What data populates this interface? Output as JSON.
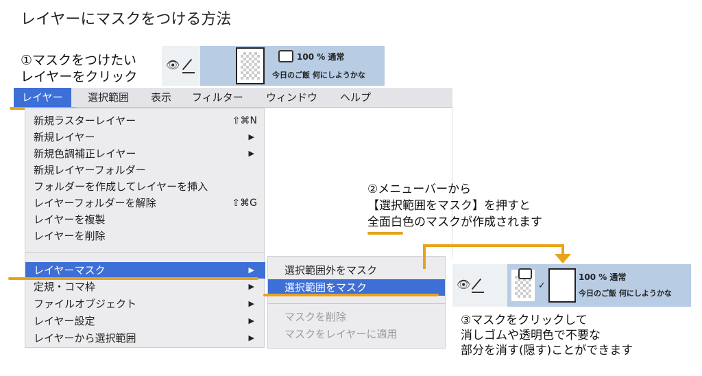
{
  "title": "レイヤーにマスクをつける方法",
  "step1": {
    "line1": "①マスクをつけたい",
    "line2": "レイヤーをクリック"
  },
  "layer": {
    "opacity": "100 % 通常",
    "name": "今日のご飯 何にしようかな"
  },
  "menubar": {
    "items": [
      "レイヤー",
      "選択範囲",
      "表示",
      "フィルター",
      "ウィンドウ",
      "ヘルプ"
    ]
  },
  "menu": {
    "items": [
      {
        "label": "新規ラスターレイヤー",
        "shortcut": "⇧⌘N"
      },
      {
        "label": "新規レイヤー",
        "arrow": "▶"
      },
      {
        "label": "新規色調補正レイヤー",
        "arrow": "▶"
      },
      {
        "label": "新規レイヤーフォルダー"
      },
      {
        "label": "フォルダーを作成してレイヤーを挿入"
      },
      {
        "label": "レイヤーフォルダーを解除",
        "shortcut": "⇧⌘G"
      },
      {
        "label": "レイヤーを複製"
      },
      {
        "label": "レイヤーを削除"
      },
      {
        "label": "レイヤーマスク",
        "arrow": "▶"
      },
      {
        "label": "定規・コマ枠",
        "arrow": "▶"
      },
      {
        "label": "ファイルオブジェクト",
        "arrow": "▶"
      },
      {
        "label": "レイヤー設定",
        "arrow": "▶"
      },
      {
        "label": "レイヤーから選択範囲",
        "arrow": "▶"
      }
    ]
  },
  "submenu": {
    "items": [
      "選択範囲外をマスク",
      "選択範囲をマスク",
      "マスクを削除",
      "マスクをレイヤーに適用"
    ]
  },
  "step2": {
    "line1": "②メニューバーから",
    "line2": "【選択範囲をマスク】を押すと",
    "line3": "全面白色のマスクが作成されます"
  },
  "step3": {
    "line1": "③マスクをクリックして",
    "line2": "消しゴムや透明色で不要な",
    "line3": "部分を消す(隠す)ことができます"
  },
  "colors": {
    "accent": "#e8a31a",
    "menu_highlight": "#3d6fd6",
    "layer_selected": "#b8cce4"
  }
}
